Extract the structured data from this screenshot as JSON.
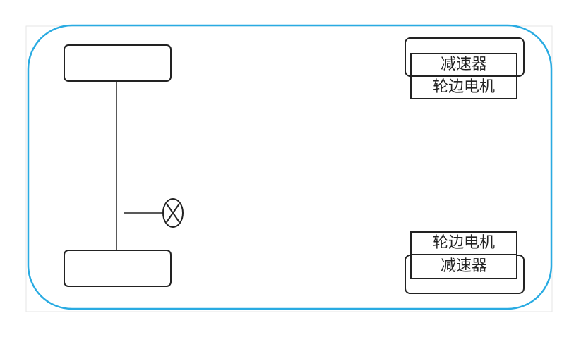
{
  "diagram": {
    "front_right": {
      "reducer_label": "减速器",
      "motor_label": "轮边电机"
    },
    "rear_right": {
      "motor_label": "轮边电机",
      "reducer_label": "减速器"
    }
  },
  "colors": {
    "body_outline": "#29abe2",
    "line": "#222222",
    "frame_border": "#e6e6e6"
  },
  "icons": {
    "steering_control": "circle-x-icon"
  }
}
